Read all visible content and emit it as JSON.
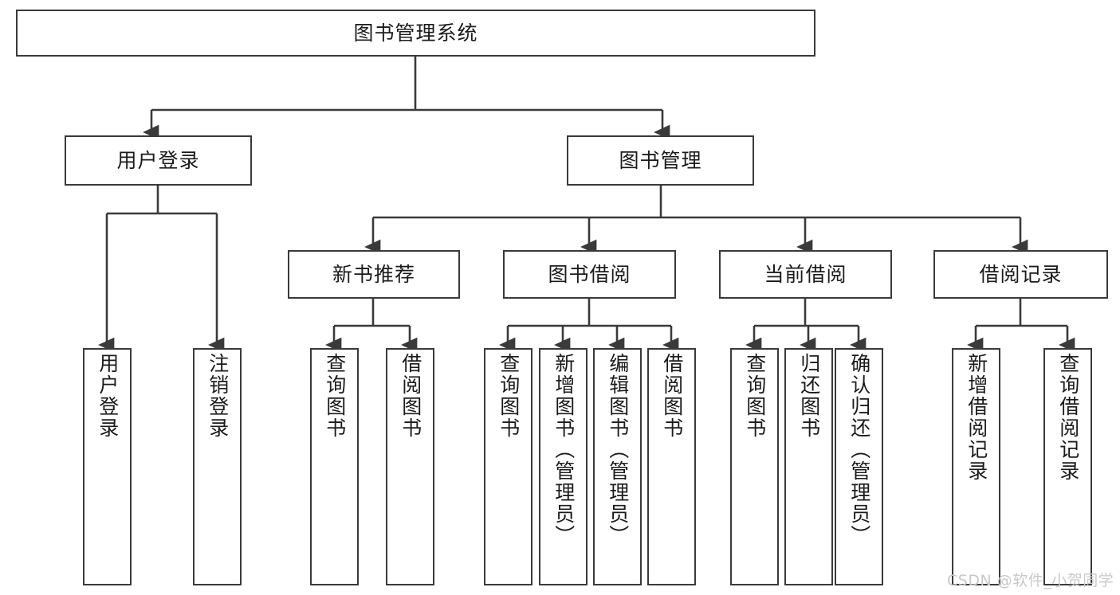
{
  "diagram": {
    "title": "图书管理系统",
    "type": "tree-hierarchy-chart",
    "line_color": "#3a3a3a",
    "box_fill": "#ffffff",
    "text_color": "#1b1b1b"
  },
  "nodes": {
    "root": {
      "label": "图书管理系统"
    },
    "level2": [
      {
        "label": "用户登录"
      },
      {
        "label": "图书管理"
      }
    ],
    "level3": [
      {
        "label": "新书推荐"
      },
      {
        "label": "图书借阅"
      },
      {
        "label": "当前借阅"
      },
      {
        "label": "借阅记录"
      }
    ],
    "leaves": {
      "user_login": [
        {
          "label": "用户登录"
        },
        {
          "label": "注销登录"
        }
      ],
      "new_book_recommend": [
        {
          "label": "查询图书"
        },
        {
          "label": "借阅图书"
        }
      ],
      "book_borrow": [
        {
          "label": "查询图书"
        },
        {
          "label": "新增图书（管理员）"
        },
        {
          "label": "编辑图书（管理员）"
        },
        {
          "label": "借阅图书"
        }
      ],
      "current_borrow": [
        {
          "label": "查询图书"
        },
        {
          "label": "归还图书"
        },
        {
          "label": "确认归还（管理员）"
        }
      ],
      "borrow_record": [
        {
          "label": "新增借阅记录"
        },
        {
          "label": "查询借阅记录"
        }
      ]
    }
  },
  "watermark": {
    "text": "CSDN @软件_小贺同学"
  }
}
